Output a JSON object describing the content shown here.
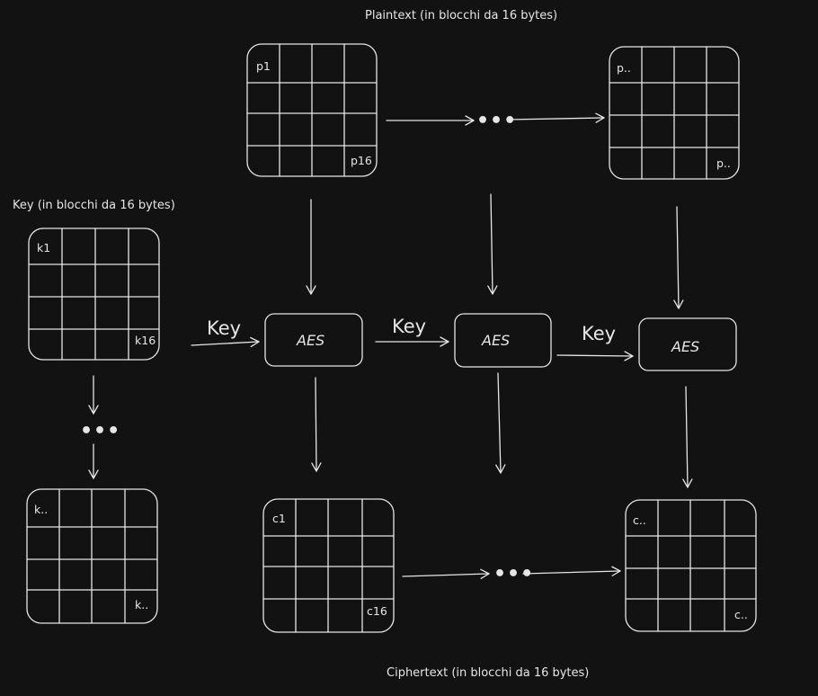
{
  "labels": {
    "plaintext": "Plaintext (in blocchi da 16 bytes)",
    "key": "Key (in blocchi da 16 bytes)",
    "ciphertext": "Ciphertext (in blocchi da 16 bytes)"
  },
  "plaintext_blocks": {
    "first": {
      "first_cell": "p1",
      "last_cell": "p16"
    },
    "last": {
      "first_cell": "p..",
      "last_cell": "p.."
    }
  },
  "key_blocks": {
    "first": {
      "first_cell": "k1",
      "last_cell": "k16"
    },
    "last": {
      "first_cell": "k..",
      "last_cell": "k.."
    }
  },
  "ciphertext_blocks": {
    "first": {
      "first_cell": "c1",
      "last_cell": "c16"
    },
    "last": {
      "first_cell": "c..",
      "last_cell": "c.."
    }
  },
  "aes_blocks": [
    "AES",
    "AES",
    "AES"
  ],
  "key_arrow_labels": [
    "Key",
    "Key",
    "Key"
  ],
  "ellipsis": "•••"
}
